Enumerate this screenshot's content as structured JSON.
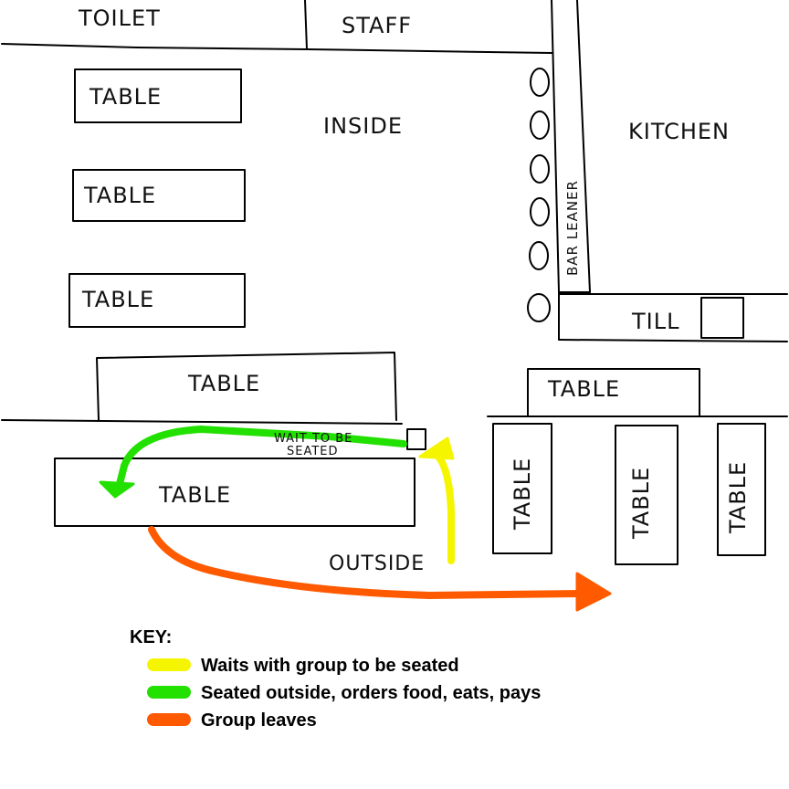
{
  "labels": {
    "toilet": "TOILET",
    "staff": "STAFF",
    "inside": "INSIDE",
    "kitchen": "KITCHEN",
    "bar_leaner": "BAR LEANER",
    "till": "TILL",
    "outside": "OUTSIDE",
    "table": "TABLE",
    "wait_note_line1": "WAIT TO BE",
    "wait_note_line2": "SEATED"
  },
  "key": {
    "title": "KEY:",
    "items": [
      {
        "color": "#f5f500",
        "label": "Waits with group to be seated"
      },
      {
        "color": "#22e000",
        "label": "Seated outside, orders food, eats, pays"
      },
      {
        "color": "#ff5a00",
        "label": "Group leaves"
      }
    ]
  },
  "colors": {
    "wait_path": "#f5f500",
    "seated_path": "#22e000",
    "leave_path": "#ff5a00",
    "ink": "#000000"
  }
}
